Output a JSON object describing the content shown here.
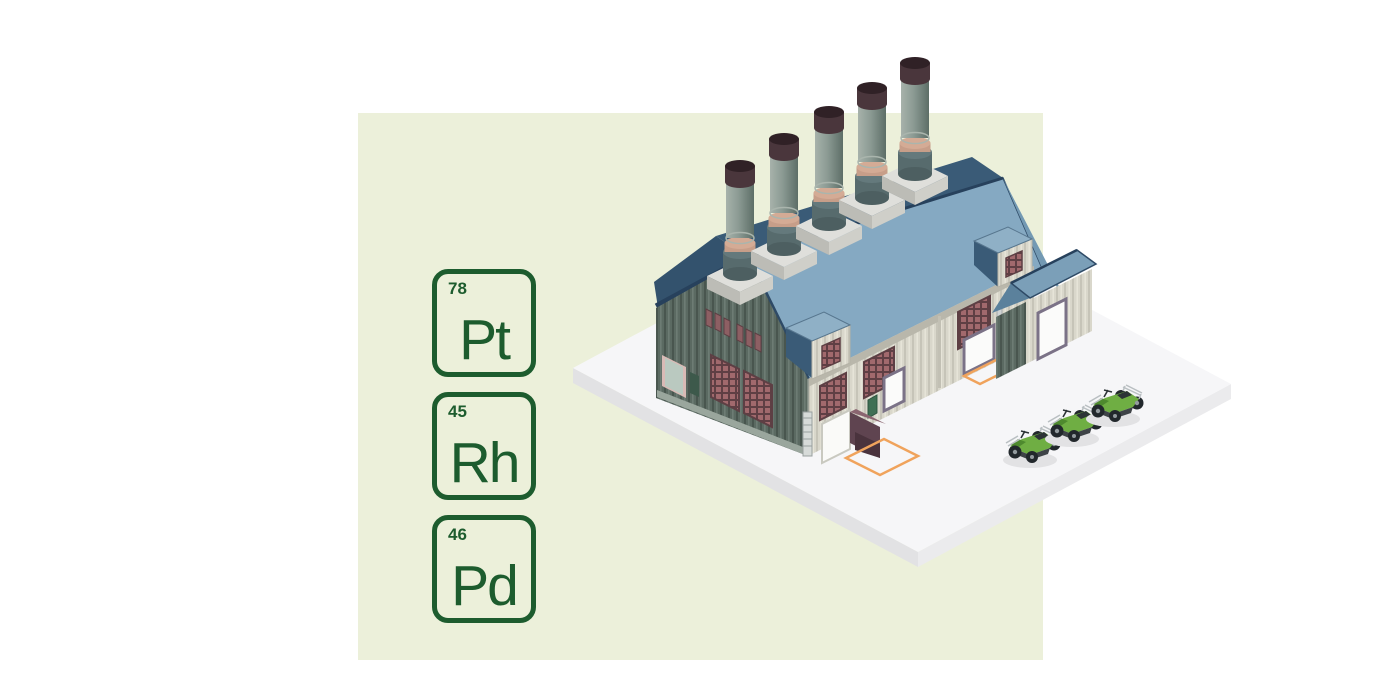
{
  "page": {
    "background_color": "#ffffff"
  },
  "panel": {
    "color": "#ecf0da"
  },
  "element_tiles": {
    "accent_color": "#1d5c2e",
    "items": [
      {
        "atomic_number": "78",
        "symbol": "Pt"
      },
      {
        "atomic_number": "45",
        "symbol": "Rh"
      },
      {
        "atomic_number": "46",
        "symbol": "Pd"
      }
    ]
  },
  "illustration": {
    "description": "Isometric factory building with five smokestacks on a white platform, loading docks outlined in orange, and three green quad bikes parked outside",
    "smokestack_count": 5,
    "vehicle_count": 3,
    "colors": {
      "roof": "#85a9c2",
      "roof_shadow": "#3a5b77",
      "dark_wall": "#5b6a62",
      "light_wall": "#d9d7cb",
      "window_lattice": "#a1696d",
      "platform": "#f6f6f8",
      "vehicle_green": "#6fae43",
      "dock_outline": "#f0a35c",
      "chimney_cap": "#4a363c",
      "door_frame": "#7b7287"
    }
  }
}
